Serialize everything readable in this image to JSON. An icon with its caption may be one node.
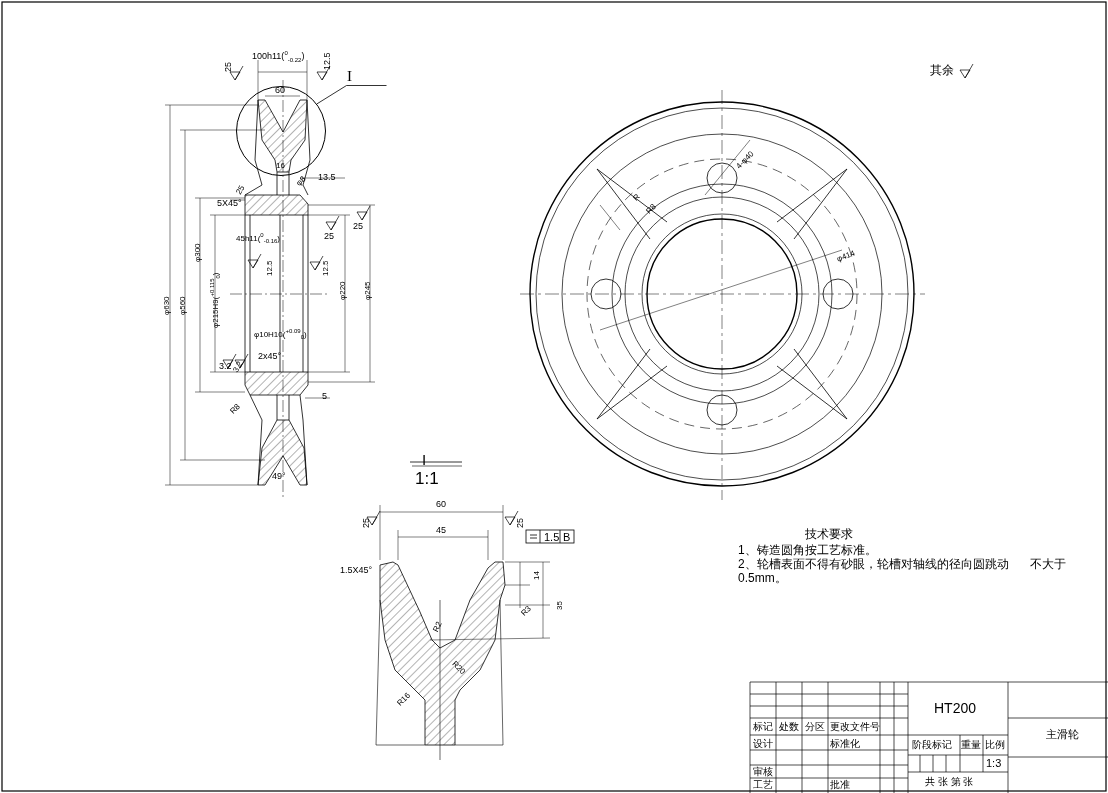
{
  "diagram": {
    "nodes": [
      {
        "text": [
          "I"
        ]
      },
      {
        "text": [],
        "shape": "circle"
      }
    ],
    "edges": [
      {
        "from": 0,
        "to": 1,
        "arrow": "none"
      }
    ],
    "labels": [
      "100h11($^{0}$$_{-0.22}$)",
      "25",
      "12.5",
      "60",
      "16",
      "φ8",
      "13.5",
      "25",
      "5X45°",
      "25",
      "25",
      "45h11($^{0}$$_{-0.16}$)",
      "12.5",
      "12.5",
      "φ630",
      "φ560",
      "φ300",
      "φ215H9($^{+0.115}$$_{0}$)",
      "φ220",
      "φ245",
      "φ10H10($^{+0.09}$$_{0}$)",
      "3.2",
      "3.2",
      "2x45°",
      "R8",
      "5",
      "49°",
      "I",
      "1:1",
      "60",
      "45",
      "25",
      "25",
      "1.5",
      "B",
      "1.5X45°",
      "14",
      "R3",
      "35",
      "R2",
      "R20",
      "R16",
      "4-φ40",
      "R",
      "R8",
      "φ414",
      "其余",
      "技术要求",
      "1、铸造圆角按工艺标准。",
      "2、轮槽表面不得有砂眼，轮槽对轴线的径向圆跳动",
      "不大于",
      "0.5mm。",
      "HT200",
      "主滑轮",
      "标记",
      "处数",
      "分区",
      "更改文件号",
      "设计",
      "标准化",
      "审核",
      "工艺",
      "批准",
      "阶段标记",
      "重量",
      "比例",
      "1:3",
      "共 张 第 张"
    ]
  }
}
